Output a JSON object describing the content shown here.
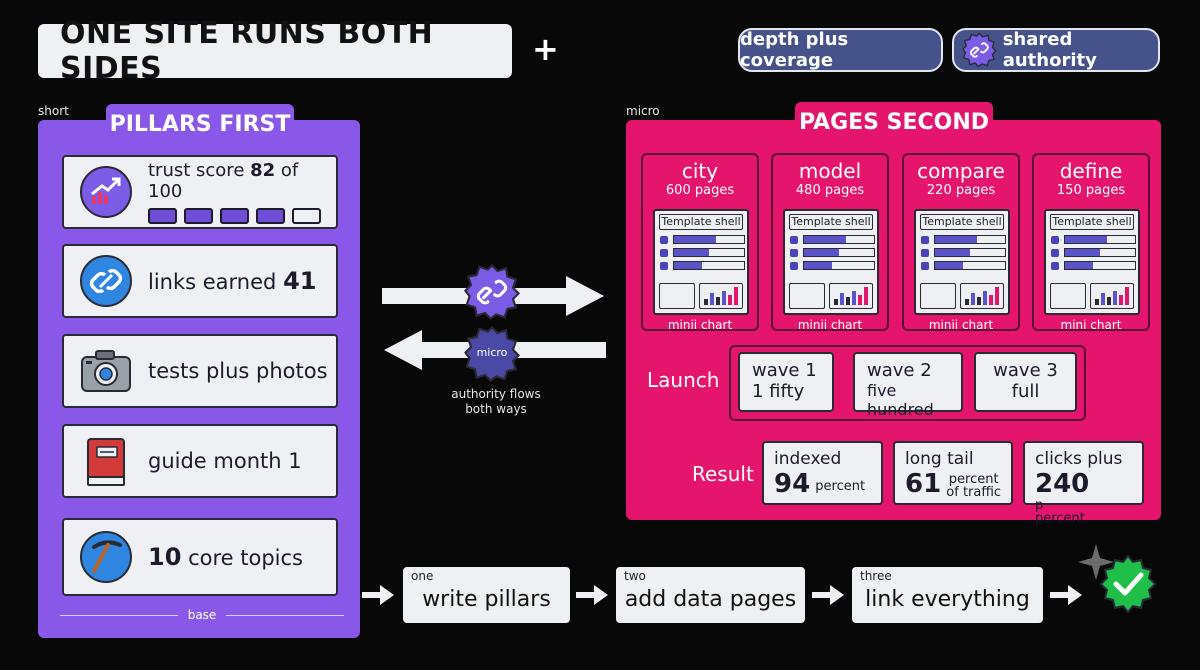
{
  "title": "ONE SITE RUNS BOTH SIDES",
  "plus": "+",
  "pills": {
    "depth": "depth plus coverage",
    "shared": "shared authority"
  },
  "left": {
    "corner": "short",
    "tab": "PILLARS FIRST",
    "trust": {
      "label": "trust score",
      "value": "82",
      "suffix": "of 100",
      "segments_filled": 4,
      "segments_total": 5
    },
    "links": {
      "label": "links earned",
      "value": "41"
    },
    "tests": {
      "label": "tests plus photos"
    },
    "guide": {
      "label": "guide month 1"
    },
    "topics": {
      "value": "10",
      "label": "core topics"
    },
    "base": "base"
  },
  "middle": {
    "badge": "micro",
    "caption_1": "authority flows",
    "caption_2": "both ways"
  },
  "right": {
    "corner": "micro",
    "tab": "PAGES SECOND",
    "columns": [
      {
        "title": "city",
        "sub": "600 pages",
        "template": "Template shell",
        "chart": "minii chart"
      },
      {
        "title": "model",
        "sub": "480 pages",
        "template": "Template shell",
        "chart": "minii chart"
      },
      {
        "title": "compare",
        "sub": "220 pages",
        "template": "Template shell",
        "chart": "minii chart"
      },
      {
        "title": "define",
        "sub": "150 pages",
        "template": "Template shell",
        "chart": "mini chart"
      }
    ],
    "launch": "Launch",
    "waves": [
      {
        "a": "wave 1",
        "b": "1 fifty"
      },
      {
        "a": "wave 2",
        "b": "five hundred"
      },
      {
        "a": "wave 3",
        "b": "full"
      }
    ],
    "result": "Result",
    "results": [
      {
        "h": "indexed",
        "num": "94",
        "u1": "percent",
        "u2": ""
      },
      {
        "h": "long tail",
        "num": "61",
        "u1": "percent",
        "u2": "of traffic"
      },
      {
        "h": "clicks plus",
        "num": "240",
        "u1": "p",
        "u2": "percent"
      }
    ]
  },
  "steps": [
    {
      "n": "one",
      "t": "write pillars"
    },
    {
      "n": "two",
      "t": "add data pages"
    },
    {
      "n": "three",
      "t": "link everything"
    }
  ],
  "colors": {
    "purple": "#8a58e8",
    "pink": "#e5156e",
    "pill": "#46528a",
    "check": "#1fbf4a"
  }
}
